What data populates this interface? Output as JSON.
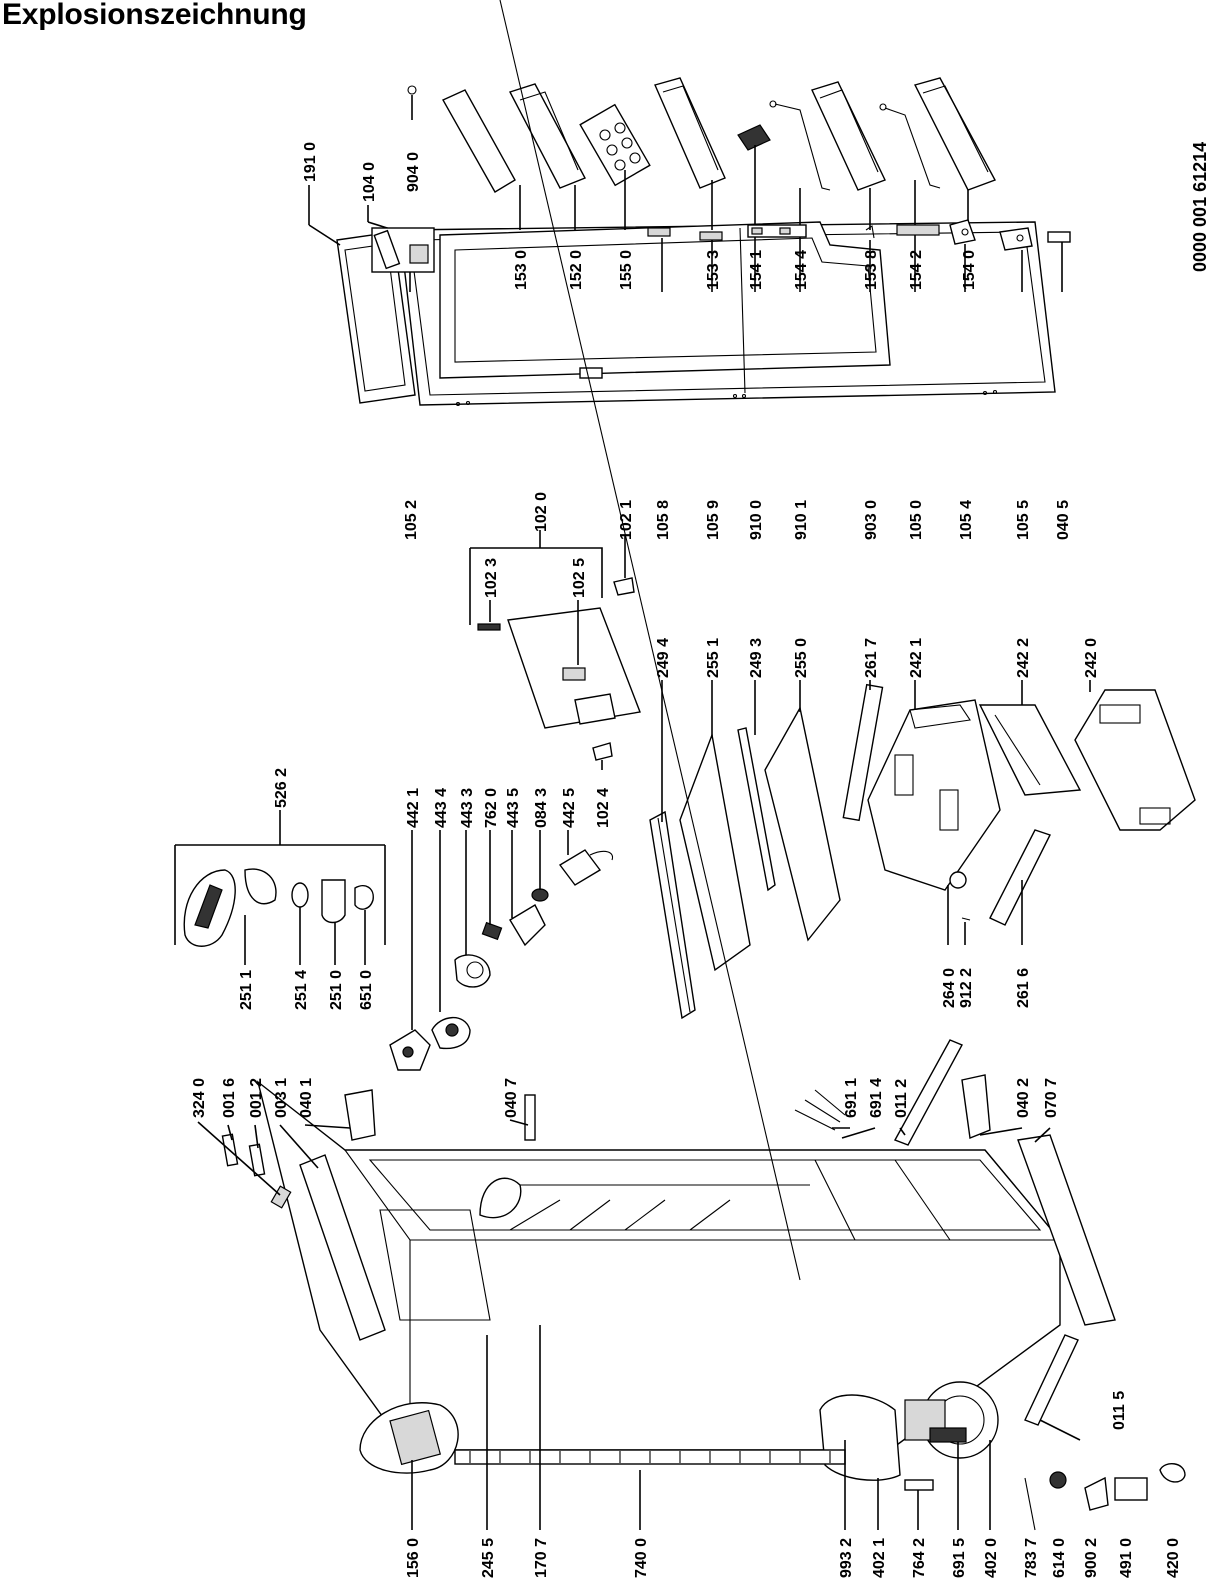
{
  "title": "Explosionszeichnung",
  "document_number": "0000 001 61214",
  "part_labels": {
    "p191_0": "191 0",
    "p104_0": "104 0",
    "p904_0": "904 0",
    "p153_0": "153 0",
    "p152_0": "152 0",
    "p155_0": "155 0",
    "p153_3": "153 3",
    "p154_1": "154 1",
    "p154_4": "154 4",
    "p153_8": "153 8",
    "p154_2": "154 2",
    "p154_0": "154 0",
    "p105_2": "105 2",
    "p102_0": "102 0",
    "p102_1": "102 1",
    "p105_8": "105 8",
    "p105_9": "105 9",
    "p910_0": "910 0",
    "p910_1": "910 1",
    "p903_0": "903 0",
    "p105_0": "105 0",
    "p105_4": "105 4",
    "p105_5": "105 5",
    "p040_5": "040 5",
    "p102_3": "102 3",
    "p102_5": "102 5",
    "p102_4": "102 4",
    "p526_2": "526 2",
    "p442_1": "442 1",
    "p443_4": "443 4",
    "p443_3": "443 3",
    "p762_0": "762 0",
    "p443_5": "443 5",
    "p084_3": "084 3",
    "p442_5": "442 5",
    "p249_4": "249 4",
    "p255_1": "255 1",
    "p249_3": "249 3",
    "p255_0": "255 0",
    "p261_7": "261 7",
    "p242_1": "242 1",
    "p242_2": "242 2",
    "p242_0": "242 0",
    "p251_1": "251 1",
    "p251_4": "251 4",
    "p251_0": "251 0",
    "p651_0": "651 0",
    "p264_0": "264 0",
    "p912_2": "912 2",
    "p261_6": "261 6",
    "p324_0": "324 0",
    "p001_6": "001 6",
    "p001_2": "001 2",
    "p003_1": "003 1",
    "p040_1": "040 1",
    "p040_7": "040 7",
    "p691_1": "691 1",
    "p691_4": "691 4",
    "p011_2": "011 2",
    "p040_2": "040 2",
    "p070_7": "070 7",
    "p011_5": "011 5",
    "p156_0": "156 0",
    "p245_5": "245 5",
    "p170_7": "170 7",
    "p740_0": "740 0",
    "p993_2": "993 2",
    "p402_1": "402 1",
    "p764_2": "764 2",
    "p691_5": "691 5",
    "p402_0": "402 0",
    "p783_7": "783 7",
    "p614_0": "614 0",
    "p900_2": "900 2",
    "p491_0": "491 0",
    "p420_0": "420 0"
  }
}
